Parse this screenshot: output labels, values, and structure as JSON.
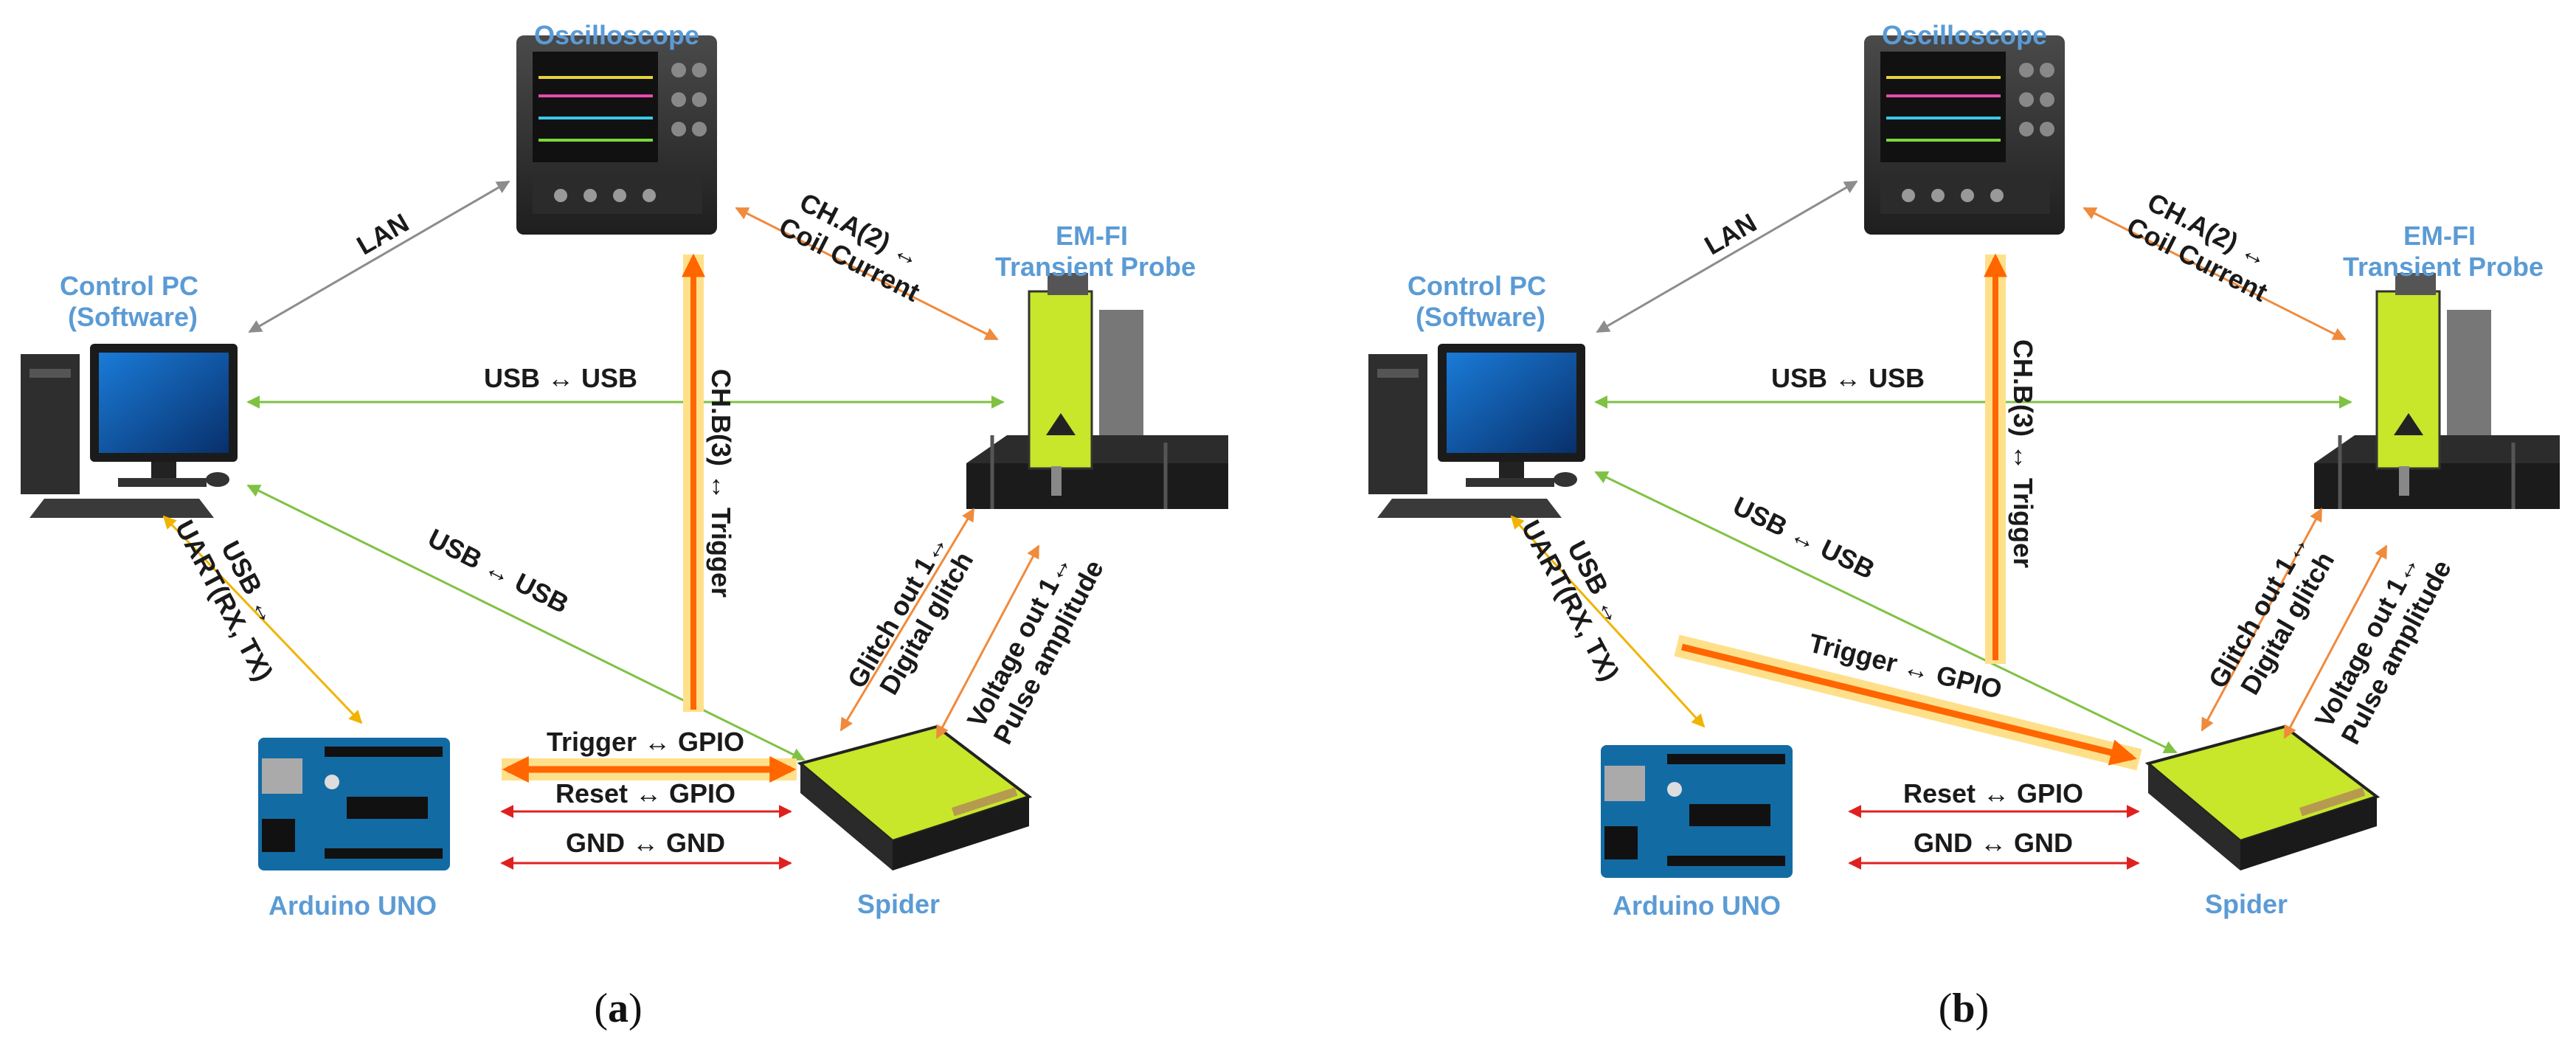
{
  "panels": [
    {
      "id": "a",
      "caption": "a",
      "titles": {
        "oscilloscope": "Oscilloscope",
        "control_pc": [
          "Control PC",
          "(Software)"
        ],
        "probe": [
          "EM-FI",
          "Transient Probe"
        ],
        "arduino": "Arduino UNO",
        "spider": "Spider"
      },
      "labels": {
        "lan": "LAN",
        "cha": [
          "CH.A(2) ↔",
          "Coil Current"
        ],
        "usb_probe": "USB ↔ USB",
        "chb": "CH.B(3) ↔ Trigger",
        "usb_spider": "USB ↔ USB",
        "usb_uart": [
          "USB ↔",
          "UART(RX, TX)"
        ],
        "glitch": [
          "Glitch out 1↔",
          "Digital glitch"
        ],
        "voltage": [
          "Voltage out 1↔",
          "Pulse amplitude"
        ],
        "trigger": "Trigger ↔ GPIO",
        "reset": "Reset ↔ GPIO",
        "gnd": "GND ↔ GND"
      }
    },
    {
      "id": "b",
      "caption": "b",
      "titles": {
        "oscilloscope": "Oscilloscope",
        "control_pc": [
          "Control PC",
          "(Software)"
        ],
        "probe": [
          "EM-FI",
          "Transient Probe"
        ],
        "arduino": "Arduino UNO",
        "spider": "Spider"
      },
      "labels": {
        "lan": "LAN",
        "cha": [
          "CH.A(2) ↔",
          "Coil Current"
        ],
        "usb_probe": "USB ↔ USB",
        "chb": "CH.B(3) ↔ Trigger",
        "usb_spider": "USB ↔ USB",
        "usb_uart": [
          "USB ↔",
          "UART(RX, TX)"
        ],
        "glitch": [
          "Glitch out 1↔",
          "Digital glitch"
        ],
        "voltage": [
          "Voltage out 1↔",
          "Pulse amplitude"
        ],
        "trigger": "Trigger ↔ GPIO",
        "reset": "Reset ↔ GPIO",
        "gnd": "GND ↔ GND"
      }
    }
  ],
  "colors": {
    "title": "#5b9bd5",
    "lan": "#8c8c8c",
    "probe_link": "#f08a3c",
    "usb": "#7fc243",
    "uart": "#f0b400",
    "gpio": "#e02020",
    "trigger_glow": "#ffe08a",
    "trigger_core": "#ff6600",
    "lime": "#c8e62a"
  }
}
